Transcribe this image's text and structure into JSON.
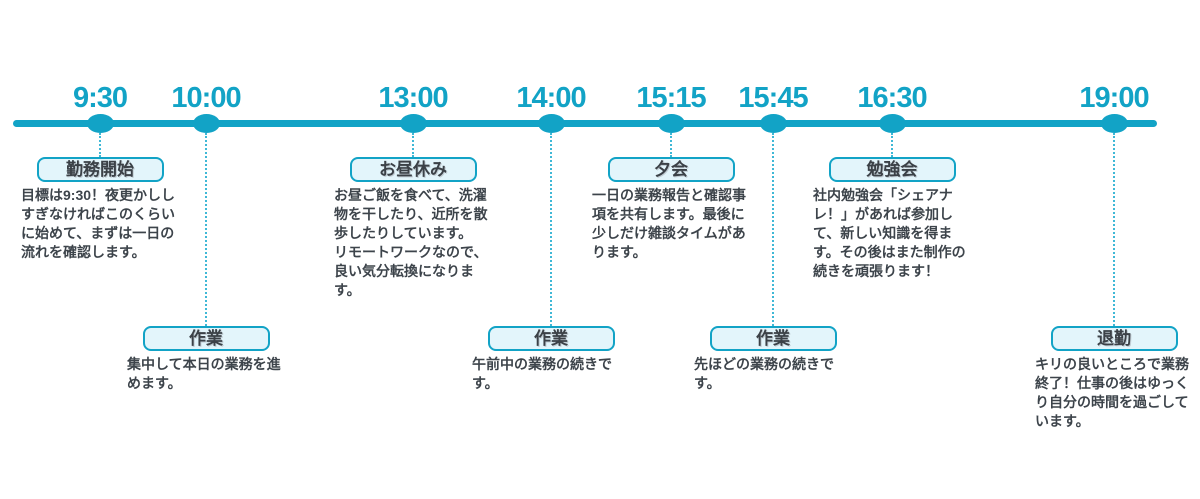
{
  "colors": {
    "accent": "#12a3c6",
    "box_fill": "#e3f5fb",
    "heading_text": "#3b4147",
    "body_text": "#3d444b",
    "background": "#ffffff"
  },
  "timeline": {
    "type": "daily-schedule",
    "events": [
      {
        "time": "9:30",
        "label": "勤務開始",
        "side": "top",
        "description": "目標は9:30！夜更かしし\nすぎなければこのくらい\nに始めて、まずは一日の\n流れを確認します。"
      },
      {
        "time": "10:00",
        "label": "作業",
        "side": "bottom",
        "description": "集中して本日の業務を進\nめます。"
      },
      {
        "time": "13:00",
        "label": "お昼休み",
        "side": "top",
        "description": "お昼ご飯を食べて、洗濯\n物を干したり、近所を散\n歩したりしています。\nリモートワークなので、\n良い気分転換になりま\nす。"
      },
      {
        "time": "14:00",
        "label": "作業",
        "side": "bottom",
        "description": "午前中の業務の続きで\nす。"
      },
      {
        "time": "15:15",
        "label": "夕会",
        "side": "top",
        "description": "一日の業務報告と確認事\n項を共有します。最後に\n少しだけ雑談タイムがあ\nります。"
      },
      {
        "time": "15:45",
        "label": "作業",
        "side": "bottom",
        "description": "先ほどの業務の続きで\nす。"
      },
      {
        "time": "16:30",
        "label": "勉強会",
        "side": "top",
        "description": "社内勉強会「シェアナ\nレ！」があれば参加し\nて、新しい知識を得ま\nす。その後はまた制作の\n続きを頑張ります！"
      },
      {
        "time": "19:00",
        "label": "退勤",
        "side": "bottom",
        "description": "キリの良いところで業務\n終了！仕事の後はゆっく\nり自分の時間を過ごして\nいます。"
      }
    ]
  }
}
